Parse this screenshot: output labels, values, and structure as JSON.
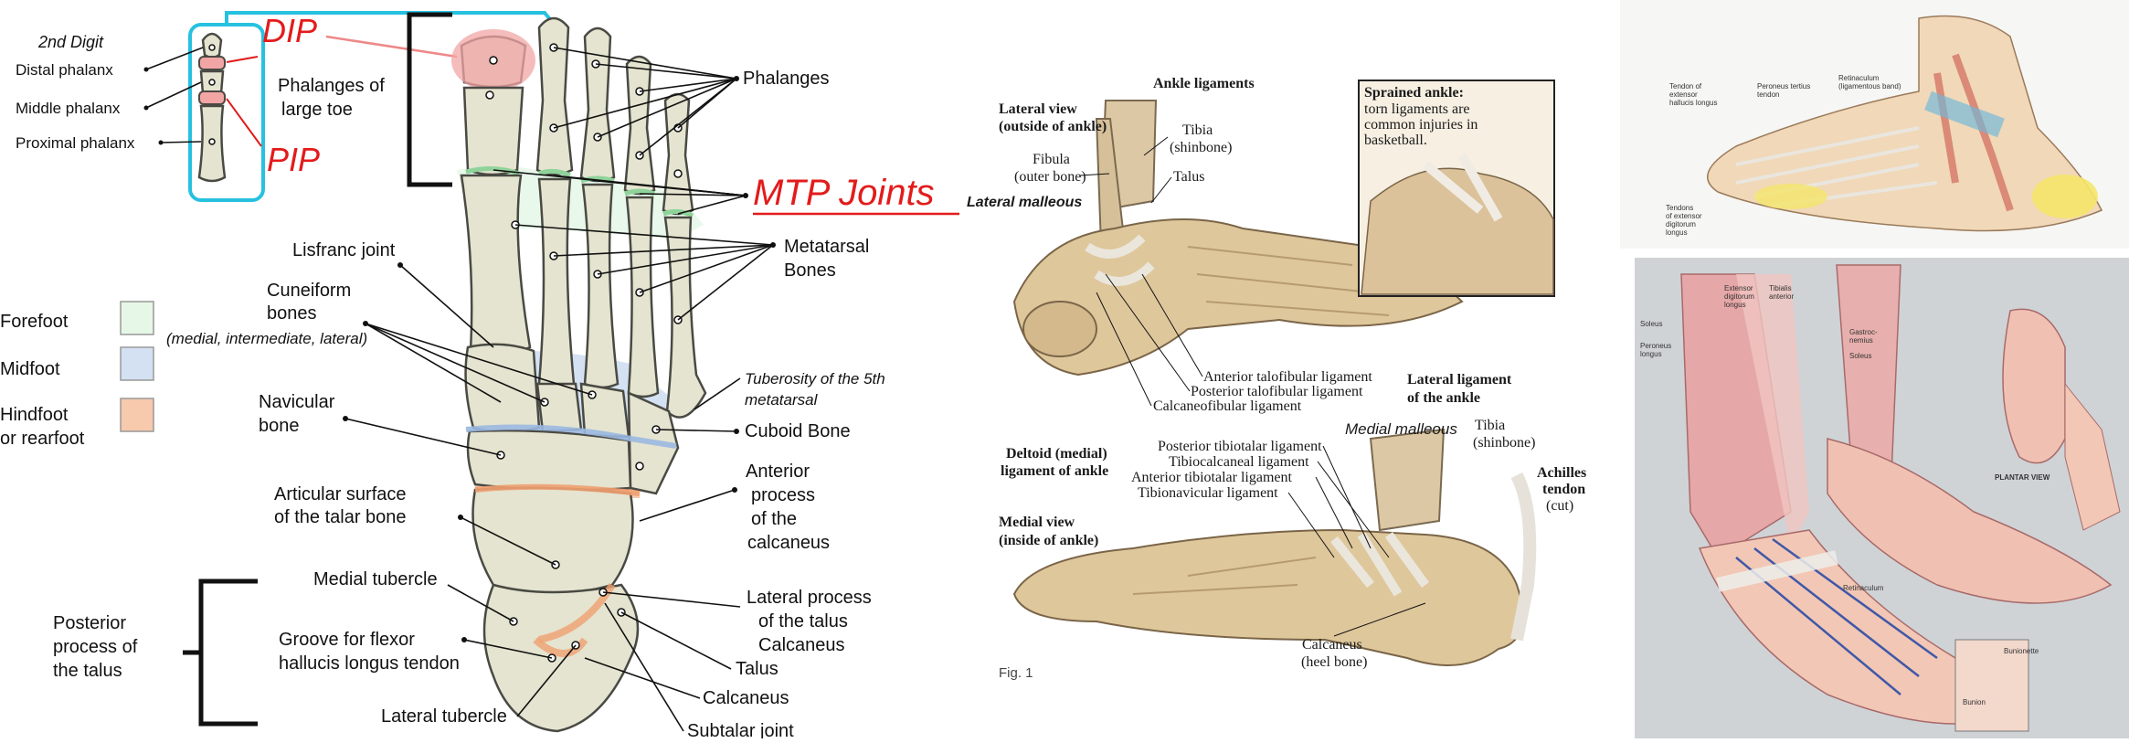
{
  "panel_left": {
    "digit": {
      "title": "2nd Digit",
      "distal": "Distal phalanx",
      "middle": "Middle phalanx",
      "proximal": "Proximal phalanx",
      "dip": "DIP",
      "pip": "PIP"
    },
    "labels": {
      "phalanges_large_toe_1": "Phalanges of",
      "phalanges_large_toe_2": "large toe",
      "phalanges": "Phalanges",
      "mtp": "MTP Joints",
      "metatarsal_1": "Metatarsal",
      "metatarsal_2": "Bones",
      "lisfranc": "Lisfranc joint",
      "cuneiform_1": "Cuneiform",
      "cuneiform_2": "bones",
      "cuneiform_sub": "(medial, intermediate, lateral)",
      "tuberosity_1": "Tuberosity of the 5th",
      "tuberosity_2": "metatarsal",
      "navicular_1": "Navicular",
      "navicular_2": "bone",
      "cuboid": "Cuboid Bone",
      "articular_1": "Articular surface",
      "articular_2": "of the talar bone",
      "anterior_1": "Anterior",
      "anterior_2": "process",
      "anterior_3": "of the",
      "anterior_4": "calcaneus",
      "medial_tubercle": "Medial tubercle",
      "lateral_process_1": "Lateral process",
      "lateral_process_2": "of the talus",
      "lateral_process_3": "Calcaneus",
      "groove_1": "Groove for flexor",
      "groove_2": "hallucis longus tendon",
      "talus": "Talus",
      "calcaneus": "Calcaneus",
      "lateral_tubercle": "Lateral tubercle",
      "subtalar": "Subtalar joint",
      "posterior_1": "Posterior",
      "posterior_2": "process of",
      "posterior_3": "the talus"
    },
    "legend": [
      {
        "label_1": "Forefoot",
        "label_2": "",
        "color": "#e6f7e8"
      },
      {
        "label_1": "Midfoot",
        "label_2": "",
        "color": "#d3e1f2"
      },
      {
        "label_1": "Hindfoot",
        "label_2": "or rearfoot",
        "color": "#f7c9ad"
      }
    ]
  },
  "panel_middle": {
    "title": "Ankle ligaments",
    "lateral_view_1": "Lateral view",
    "lateral_view_2": "(outside of ankle)",
    "fibula_1": "Fibula",
    "fibula_2": "(outer bone)",
    "lateral_malleous": "Lateral malleous",
    "tibia_1": "Tibia",
    "tibia_2": "(shinbone)",
    "talus": "Talus",
    "sprain_title": "Sprained ankle:",
    "sprain_1": "torn ligaments are",
    "sprain_2": "common injuries in",
    "sprain_3": "basketball.",
    "atfl": "Anterior talofibular ligament",
    "ptfl": "Posterior talofibular ligament",
    "cfl": "Calcaneofibular ligament",
    "lateral_lig_1": "Lateral ligament",
    "lateral_lig_2": "of the ankle",
    "deltoid_1": "Deltoid (medial)",
    "deltoid_2": "ligament of ankle",
    "ptt": "Posterior tibiotalar ligament",
    "tc": "Tibiocalcaneal ligament",
    "att": "Anterior tibiotalar ligament",
    "tn": "Tibionavicular ligament",
    "medial_malleous": "Medial malleous",
    "tibia2_1": "Tibia",
    "tibia2_2": "(shinbone)",
    "achilles_1": "Achilles",
    "achilles_2": "tendon",
    "achilles_3": "(cut)",
    "medial_view_1": "Medial view",
    "medial_view_2": "(inside of ankle)",
    "calcaneus_1": "Calcaneus",
    "calcaneus_2": "(heel bone)",
    "fig": "Fig. 1"
  },
  "panel_right_top": {
    "tendon_ehl_1": "Tendon of",
    "tendon_ehl_2": "extensor",
    "tendon_ehl_3": "hallucis longus",
    "peroneus_1": "Peroneus tertius",
    "peroneus_2": "tendon",
    "retinaculum_1": "Retinaculum",
    "retinaculum_2": "(ligamentous band)",
    "tendons_edl_1": "Tendons",
    "tendons_edl_2": "of extensor",
    "tendons_edl_3": "digitorum",
    "tendons_edl_4": "longus"
  },
  "panel_right_bottom": {
    "plantar_view": "PLANTAR VIEW",
    "soleus": "Soleus",
    "peroneus_longus_1": "Peroneus",
    "peroneus_longus_2": "longus",
    "edl_1": "Extensor",
    "edl_2": "digitorum",
    "edl_3": "longus",
    "ta_1": "Tibialis",
    "ta_2": "anterior",
    "gastro_1": "Gastroc-",
    "gastro_2": "nemius",
    "soleus2": "Soleus",
    "retinaculum": "Retinaculum",
    "bunion": "Bunion",
    "bunionette": "Bunionette"
  }
}
